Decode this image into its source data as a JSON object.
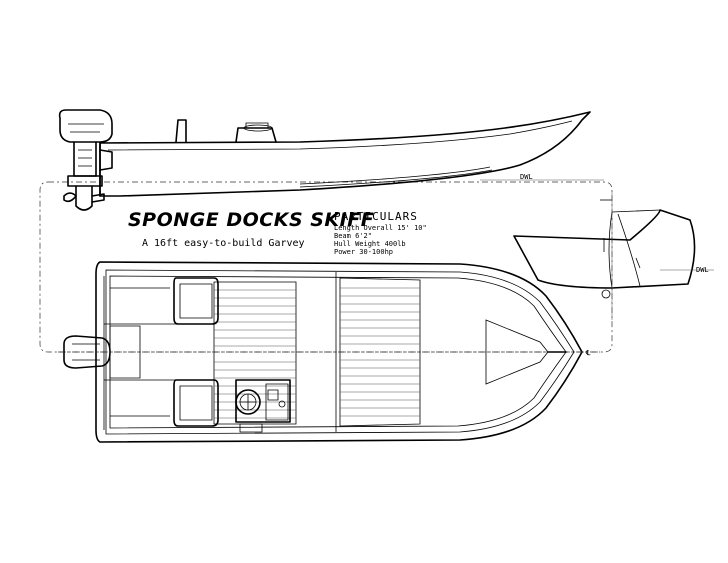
{
  "drawing": {
    "title": "SPONGE DOCKS SKIFF",
    "subtitle": "A 16ft easy-to-build Garvey",
    "waterline_label_profile": "DWL",
    "waterline_label_section": "DWL",
    "centerline_symbol": "℄"
  },
  "particulars": {
    "heading": "PARTICULARS",
    "rows": [
      "Length Overall 15' 10\"",
      "Beam 6'2\"",
      "Hull Weight 400lb",
      "Power 30-100hp"
    ]
  }
}
